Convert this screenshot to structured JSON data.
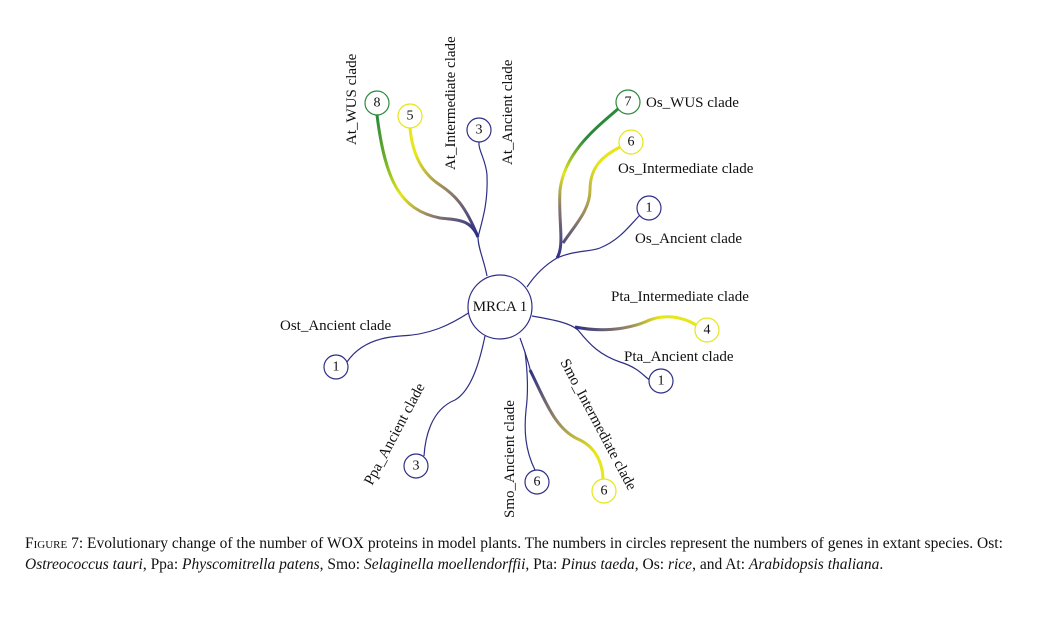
{
  "colors": {
    "ancient": "#2e2f86",
    "intermediate": "#e6e619",
    "wus": "#2a8a3a"
  },
  "root": {
    "label": "MRCA 1"
  },
  "clades": [
    {
      "id": "at_wus",
      "label": "At_WUS clade",
      "count": "8",
      "type": "wus"
    },
    {
      "id": "at_int",
      "label": "At_Intermediate clade",
      "count": "5",
      "type": "intermediate"
    },
    {
      "id": "at_anc",
      "label": "At_Ancient clade",
      "count": "3",
      "type": "ancient"
    },
    {
      "id": "os_wus",
      "label": "Os_WUS clade",
      "count": "7",
      "type": "wus"
    },
    {
      "id": "os_int",
      "label": "Os_Intermediate clade",
      "count": "6",
      "type": "intermediate"
    },
    {
      "id": "os_anc",
      "label": "Os_Ancient clade",
      "count": "1",
      "type": "ancient"
    },
    {
      "id": "pta_int",
      "label": "Pta_Intermediate clade",
      "count": "4",
      "type": "intermediate"
    },
    {
      "id": "pta_anc",
      "label": "Pta_Ancient clade",
      "count": "1",
      "type": "ancient"
    },
    {
      "id": "ost_anc",
      "label": "Ost_Ancient clade",
      "count": "1",
      "type": "ancient"
    },
    {
      "id": "ppa_anc",
      "label": "Ppa_Ancient clade",
      "count": "3",
      "type": "ancient"
    },
    {
      "id": "smo_anc",
      "label": "Smo_Ancient clade",
      "count": "6",
      "type": "ancient"
    },
    {
      "id": "smo_int",
      "label": "Smo_Intermediate clade",
      "count": "6",
      "type": "intermediate"
    }
  ],
  "caption": {
    "fig": "Figure 7:",
    "t1": " Evolutionary change of the number of WOX proteins in model plants. The numbers in circles represent the numbers of genes in extant species. Ost: ",
    "ost": "Ostreococcus tauri",
    "t2": ", Ppa: ",
    "ppa": "Physcomitrella patens",
    "t3": ", Smo: ",
    "smo": "Selaginella moellendorffii",
    "t4": ", Pta: ",
    "pta": "Pinus taeda",
    "t5": ", Os: ",
    "os": "rice",
    "t6": ", and At: ",
    "at": "Arabidopsis thaliana",
    "t7": "."
  }
}
